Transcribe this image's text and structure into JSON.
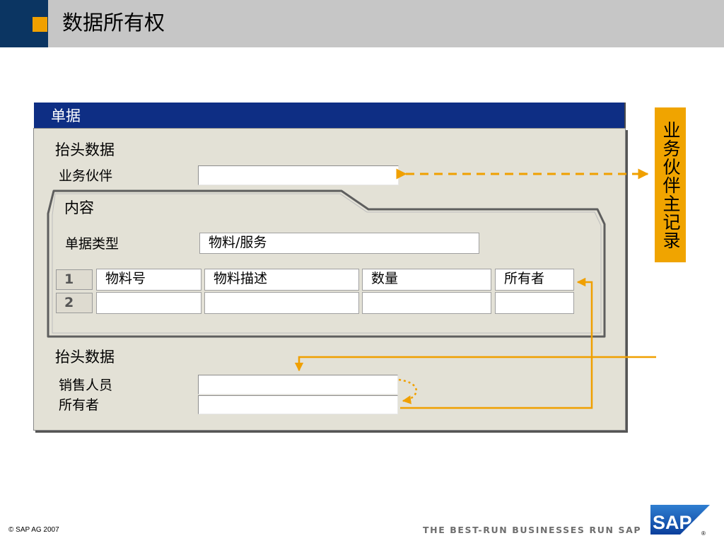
{
  "slide": {
    "title": "数据所有权"
  },
  "document": {
    "header": "单据",
    "header_data_top": {
      "title": "抬头数据",
      "partner_label": "业务伙伴"
    },
    "content": {
      "tab_label": "内容",
      "doc_type_label": "单据类型",
      "doc_type_value": "物料/服务",
      "row_numbers": [
        "1",
        "2"
      ],
      "columns": [
        "物料号",
        "物料描述",
        "数量",
        "所有者"
      ]
    },
    "header_data_bottom": {
      "title": "抬头数据",
      "sales_person_label": "销售人员",
      "owner_label": "所有者"
    }
  },
  "side_label": "业务伙伴主记录",
  "footer": {
    "copyright": "©  SAP AG 2007",
    "slogan": "THE BEST-RUN BUSINESSES RUN SAP",
    "logo": "SAP"
  },
  "colors": {
    "accent": "#f0a000",
    "navy": "#0e2e84",
    "panel": "#e3e1d6"
  }
}
